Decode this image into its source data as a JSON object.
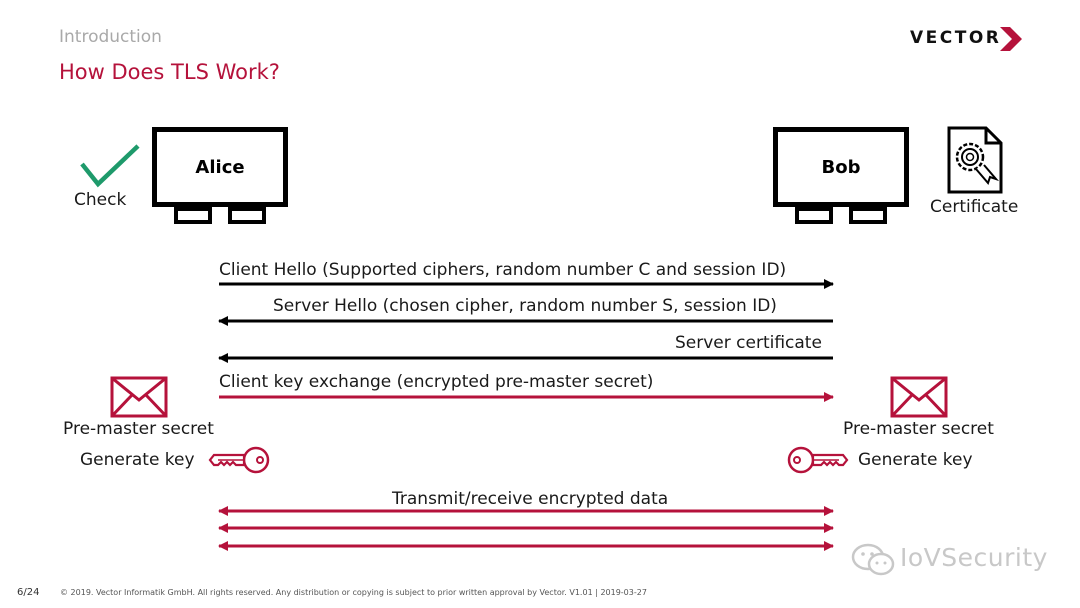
{
  "header": {
    "section": "Introduction",
    "title": "How Does TLS Work?",
    "logo_text": "VECTOR"
  },
  "parties": {
    "alice": {
      "name": "Alice",
      "status_label": "Check"
    },
    "bob": {
      "name": "Bob",
      "cert_label": "Certificate"
    }
  },
  "messages": [
    {
      "text": "Client Hello (Supported ciphers, random number C and session ID)",
      "direction": "alice-to-bob",
      "color": "#000000"
    },
    {
      "text": "Server Hello (chosen cipher, random number S, session ID)",
      "direction": "bob-to-alice",
      "color": "#000000"
    },
    {
      "text": "Server certificate",
      "direction": "bob-to-alice",
      "color": "#000000"
    },
    {
      "text": "Client key exchange (encrypted pre-master secret)",
      "direction": "alice-to-bob",
      "color": "#b5123b"
    },
    {
      "text": "Transmit/receive encrypted data",
      "direction": "bidirectional",
      "color": "#b5123b"
    }
  ],
  "alice_side": {
    "secret_label": "Pre-master secret",
    "key_label": "Generate key"
  },
  "bob_side": {
    "secret_label": "Pre-master secret",
    "key_label": "Generate key"
  },
  "footer": {
    "page": "6/24",
    "copyright": "© 2019. Vector Informatik GmbH. All rights reserved. Any distribution or copying is subject to prior written approval by Vector. V1.01 | 2019-03-27"
  },
  "watermark": {
    "text": "IoVSecurity"
  },
  "colors": {
    "accent": "#b5123b",
    "check": "#1e9a6b",
    "black": "#000000"
  },
  "icons": [
    "check-icon",
    "computer-icon",
    "certificate-icon",
    "envelope-icon",
    "key-icon",
    "wechat-icon"
  ]
}
